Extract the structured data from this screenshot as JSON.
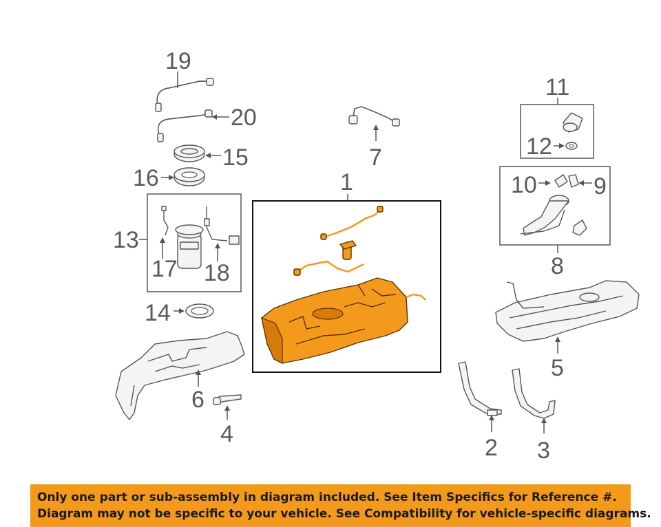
{
  "callouts": {
    "c1": "1",
    "c2": "2",
    "c3": "3",
    "c4": "4",
    "c5": "5",
    "c6": "6",
    "c7": "7",
    "c8": "8",
    "c9": "9",
    "c10": "10",
    "c11": "11",
    "c12": "12",
    "c13": "13",
    "c14": "14",
    "c15": "15",
    "c16": "16",
    "c17": "17",
    "c18": "18",
    "c19": "19",
    "c20": "20"
  },
  "disclaimer": {
    "line1": "Only one part or sub-assembly in diagram included. See Item Specifics for Reference #.",
    "line2": "Diagram may not be specific to your vehicle. See Compatibility for vehicle-specific diagrams."
  },
  "colors": {
    "highlight": "#f39a1c",
    "banner": "#f39a1c",
    "callout_text": "#5a5a5a"
  }
}
